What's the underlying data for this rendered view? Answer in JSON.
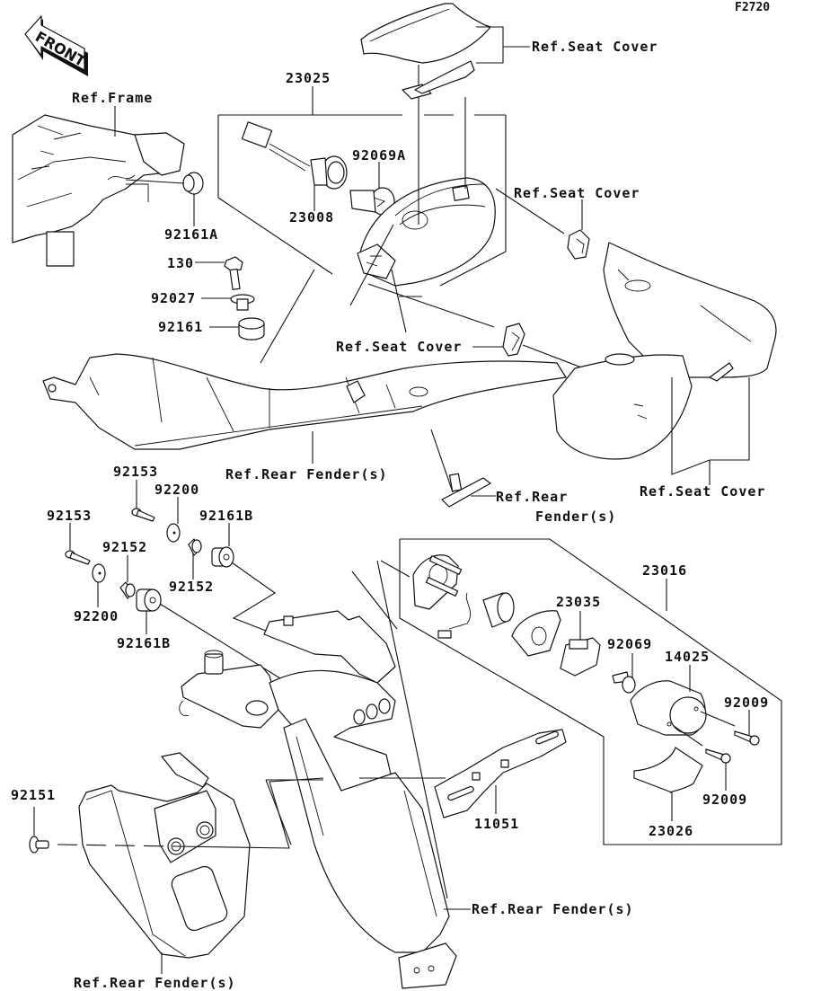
{
  "figure_id": "F2720",
  "front_arrow_label": "FRONT",
  "labels": {
    "ref_frame": "Ref.Frame",
    "ref_seat_cover_top": "Ref.Seat Cover",
    "ref_seat_cover_mid_right": "Ref.Seat Cover",
    "ref_seat_cover_mid": "Ref.Seat Cover",
    "ref_seat_cover_bottom_right": "Ref.Seat Cover",
    "ref_rear_fender_mid": "Ref.Rear Fender(s)",
    "ref_rear_fender_bracket_line1": "Ref.Rear",
    "ref_rear_fender_bracket_line2": "Fender(s)",
    "ref_rear_fender_lower_right": "Ref.Rear Fender(s)",
    "ref_rear_fender_bottom": "Ref.Rear Fender(s)"
  },
  "parts": {
    "p23025": "23025",
    "p92069A": "92069A",
    "p23008": "23008",
    "p92161A": "92161A",
    "p130": "130",
    "p92027": "92027",
    "p92161": "92161",
    "p92153_a": "92153",
    "p92200_a": "92200",
    "p92161B_a": "92161B",
    "p92153_b": "92153",
    "p92152_a": "92152",
    "p92152_b": "92152",
    "p92200_b": "92200",
    "p92161B_b": "92161B",
    "p23016": "23016",
    "p23035": "23035",
    "p92069": "92069",
    "p14025": "14025",
    "p92009_a": "92009",
    "p92009_b": "92009",
    "p23026": "23026",
    "p11051": "11051",
    "p92151": "92151"
  }
}
